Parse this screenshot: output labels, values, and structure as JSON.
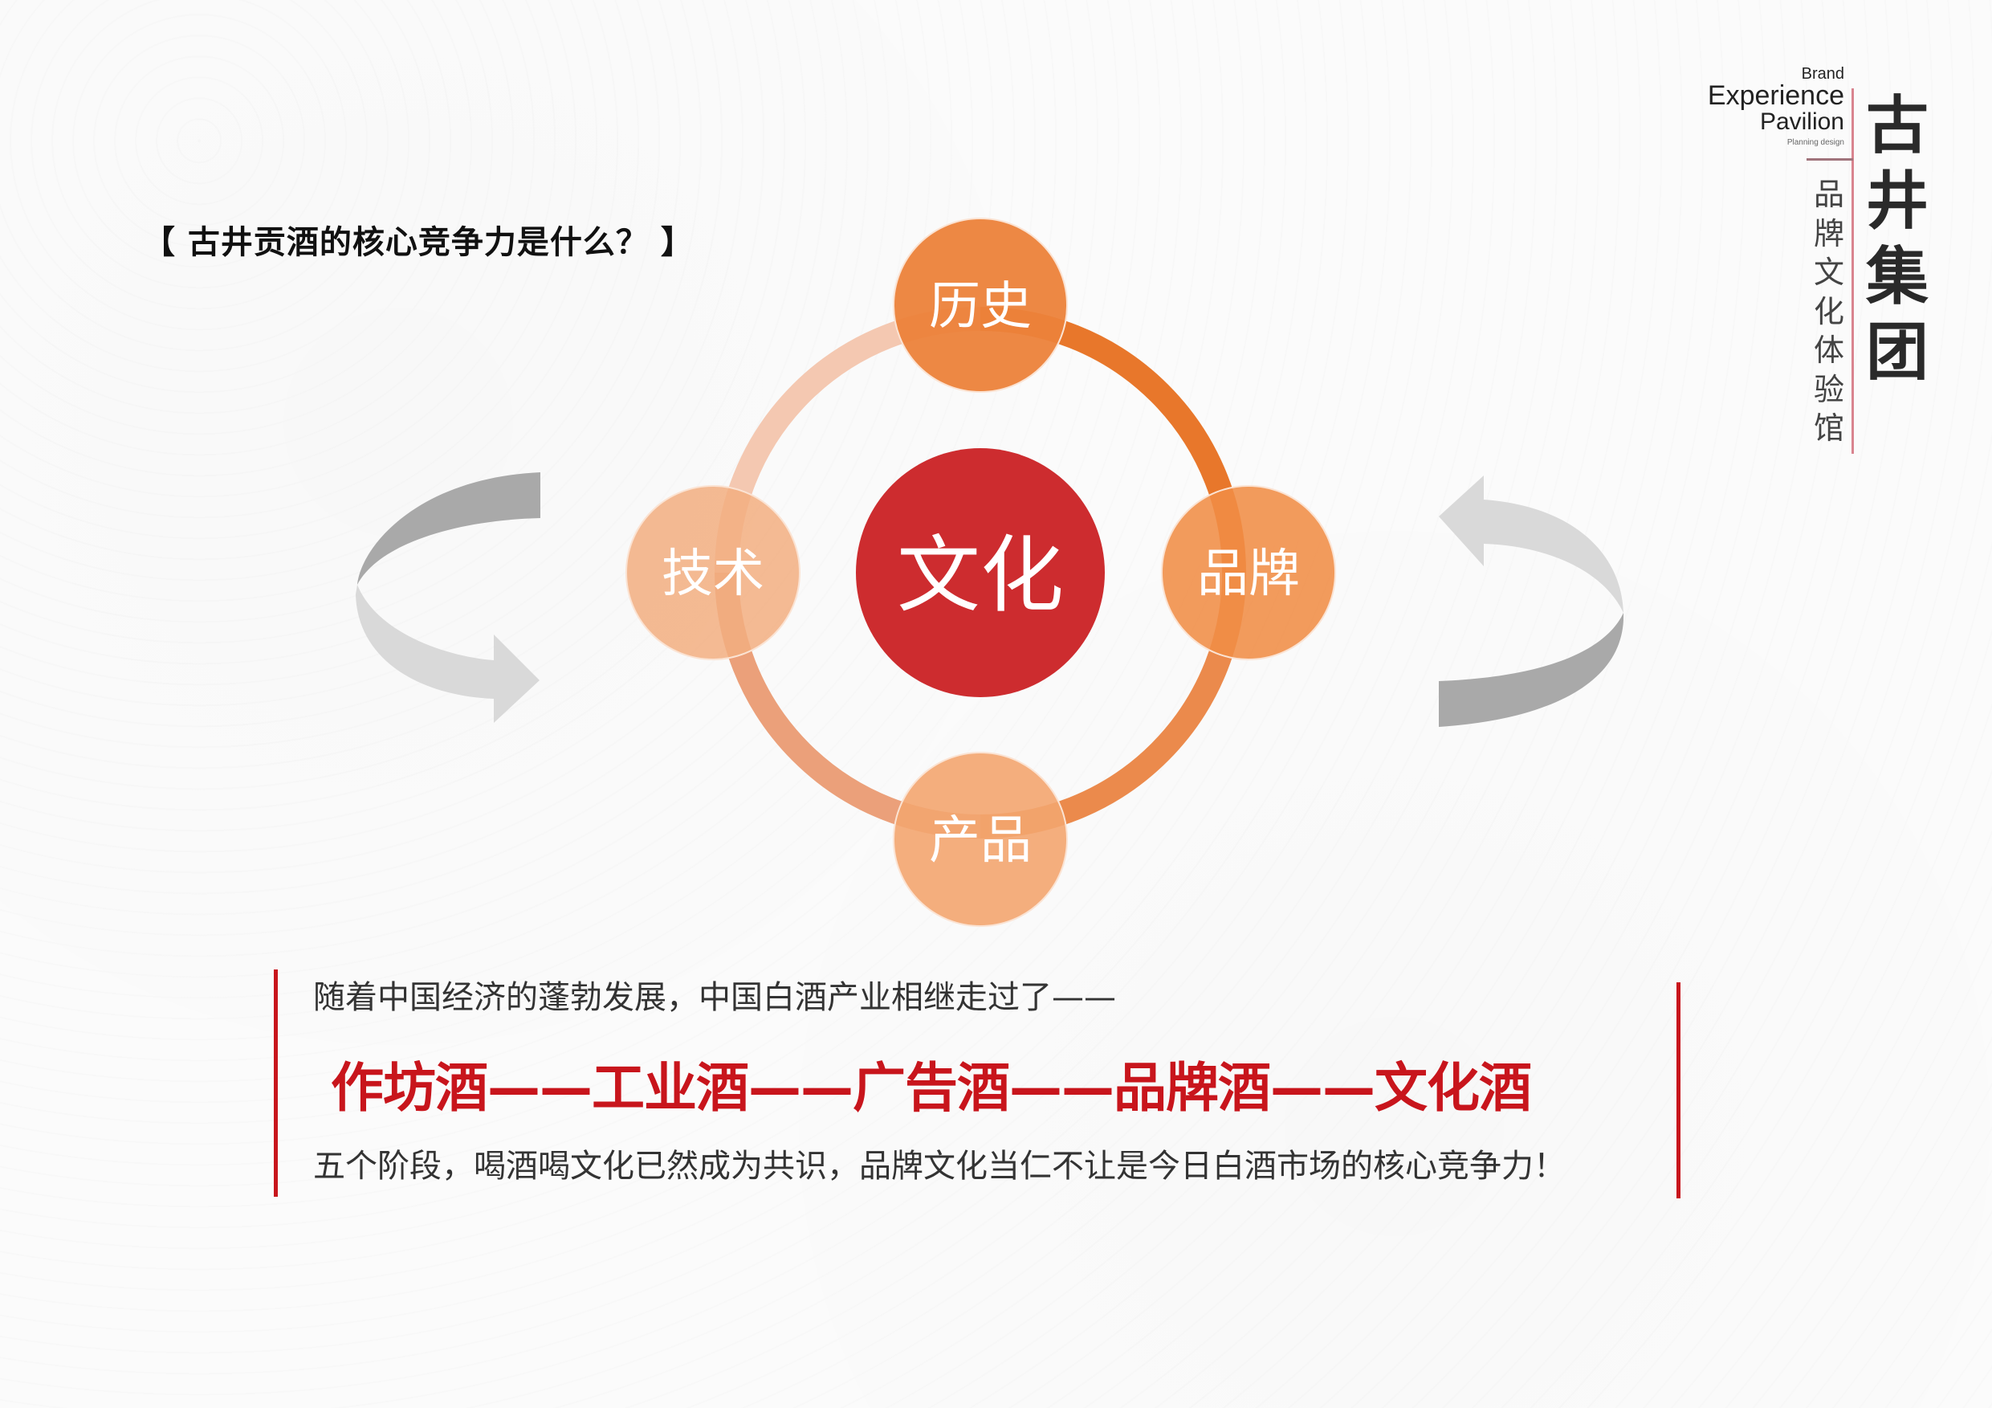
{
  "heading": "【 古井贡酒的核心竞争力是什么？ 】",
  "logo": {
    "en_brand": "Brand",
    "en_experience": "Experience",
    "en_pavilion": "Pavilion",
    "en_planning": "Planning design",
    "subtitle_chars": [
      "品",
      "牌",
      "文",
      "化",
      "体",
      "验",
      "馆"
    ],
    "main_chars": [
      "古",
      "井",
      "集",
      "团"
    ],
    "line_color": "#d9848f"
  },
  "diagram": {
    "center": {
      "label": "文化",
      "color": "#cd2c2f"
    },
    "nodes": [
      {
        "label": "历史",
        "position": "top",
        "color": "#ec823a"
      },
      {
        "label": "品牌",
        "position": "right",
        "color": "#f08d45"
      },
      {
        "label": "产品",
        "position": "bottom",
        "color": "#f3a56f"
      },
      {
        "label": "技术",
        "position": "left",
        "color": "#f2ae80"
      }
    ],
    "ring_colors": {
      "top_right": "#e8772b",
      "bottom": "#e99260",
      "top_left": "#f4c7ae"
    },
    "arrows": {
      "left": "clockwise-curved-arrow",
      "right": "counterclockwise-curved-arrow",
      "dark": "#aaaaaa",
      "light": "#d9d9d9"
    }
  },
  "text_block": {
    "intro": "随着中国经济的蓬勃发展，中国白酒产业相继走过了——",
    "stages_line": "作坊酒——工业酒——广告酒——品牌酒——文化酒",
    "stages": [
      "作坊酒",
      "工业酒",
      "广告酒",
      "品牌酒",
      "文化酒"
    ],
    "conclusion": "五个阶段，喝酒喝文化已然成为共识，品牌文化当仁不让是今日白酒市场的核心竞争力！",
    "accent_color": "#c8151c"
  }
}
